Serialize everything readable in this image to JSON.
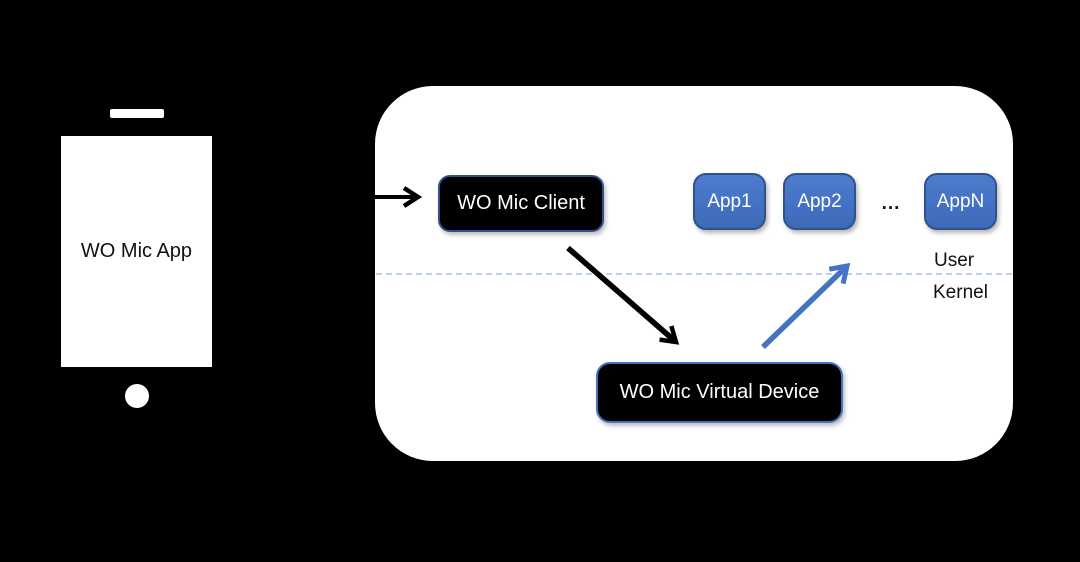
{
  "phone": {
    "app_label": "WO Mic App"
  },
  "computer": {
    "client_label": "WO Mic Client",
    "apps": [
      {
        "label": "App1"
      },
      {
        "label": "App2"
      },
      {
        "label": "AppN"
      }
    ],
    "apps_ellipsis": "...",
    "user_space_label": "User",
    "kernel_space_label": "Kernel",
    "virtual_device_label": "WO Mic Virtual Device"
  },
  "colors": {
    "background": "#000000",
    "panel": "#FFFFFF",
    "app_box_fill": "#4472C4",
    "app_box_border": "#2F528F",
    "client_box_fill": "#000000",
    "client_box_border": "#2F528F",
    "device_box_border": "#4472C4",
    "black_arrow": "#000000",
    "blue_arrow": "#4472C4",
    "dashed_divider": "#A9C2E8",
    "text_dark": "#111111",
    "text_light": "#FFFFFF"
  }
}
